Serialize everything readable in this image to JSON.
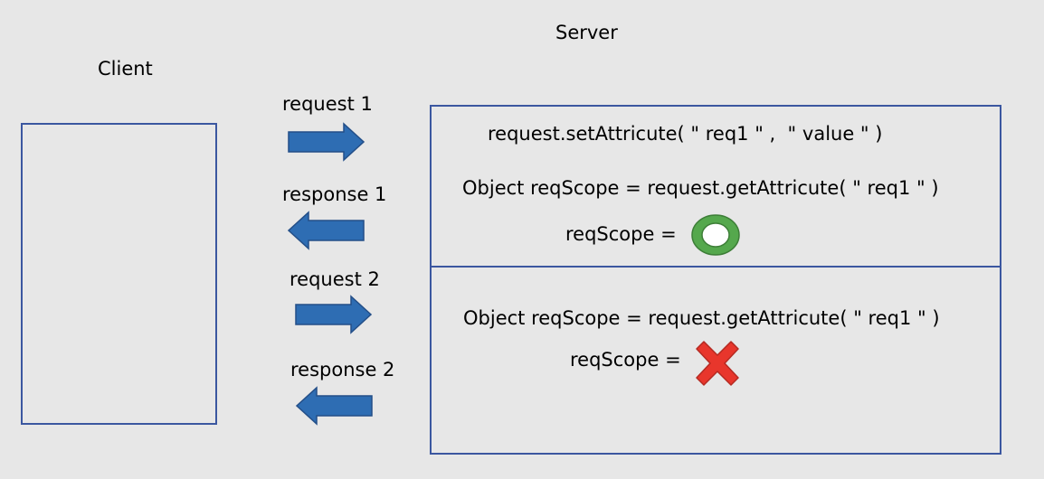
{
  "labels": {
    "server": "Server",
    "client": "Client"
  },
  "arrows": {
    "request1": "request 1",
    "response1": "response 1",
    "request2": "request 2",
    "response2": "response 2"
  },
  "server_top": {
    "set_line": "request.setAttricute( \" req1 \" ,  \" value \" )",
    "get_line": "Object reqScope = request.getAttricute( \" req1 \" )",
    "result_label": "reqScope =",
    "result_icon": "success-circle-icon"
  },
  "server_bottom": {
    "get_line": "Object reqScope = request.getAttricute( \" req1 \" )",
    "result_label": "reqScope =",
    "result_icon": "fail-x-icon"
  },
  "colors": {
    "arrow_fill": "#2e6db3",
    "box_border": "#3b57a0",
    "success_ring": "#55a84d",
    "fail_x": "#e8362c"
  }
}
